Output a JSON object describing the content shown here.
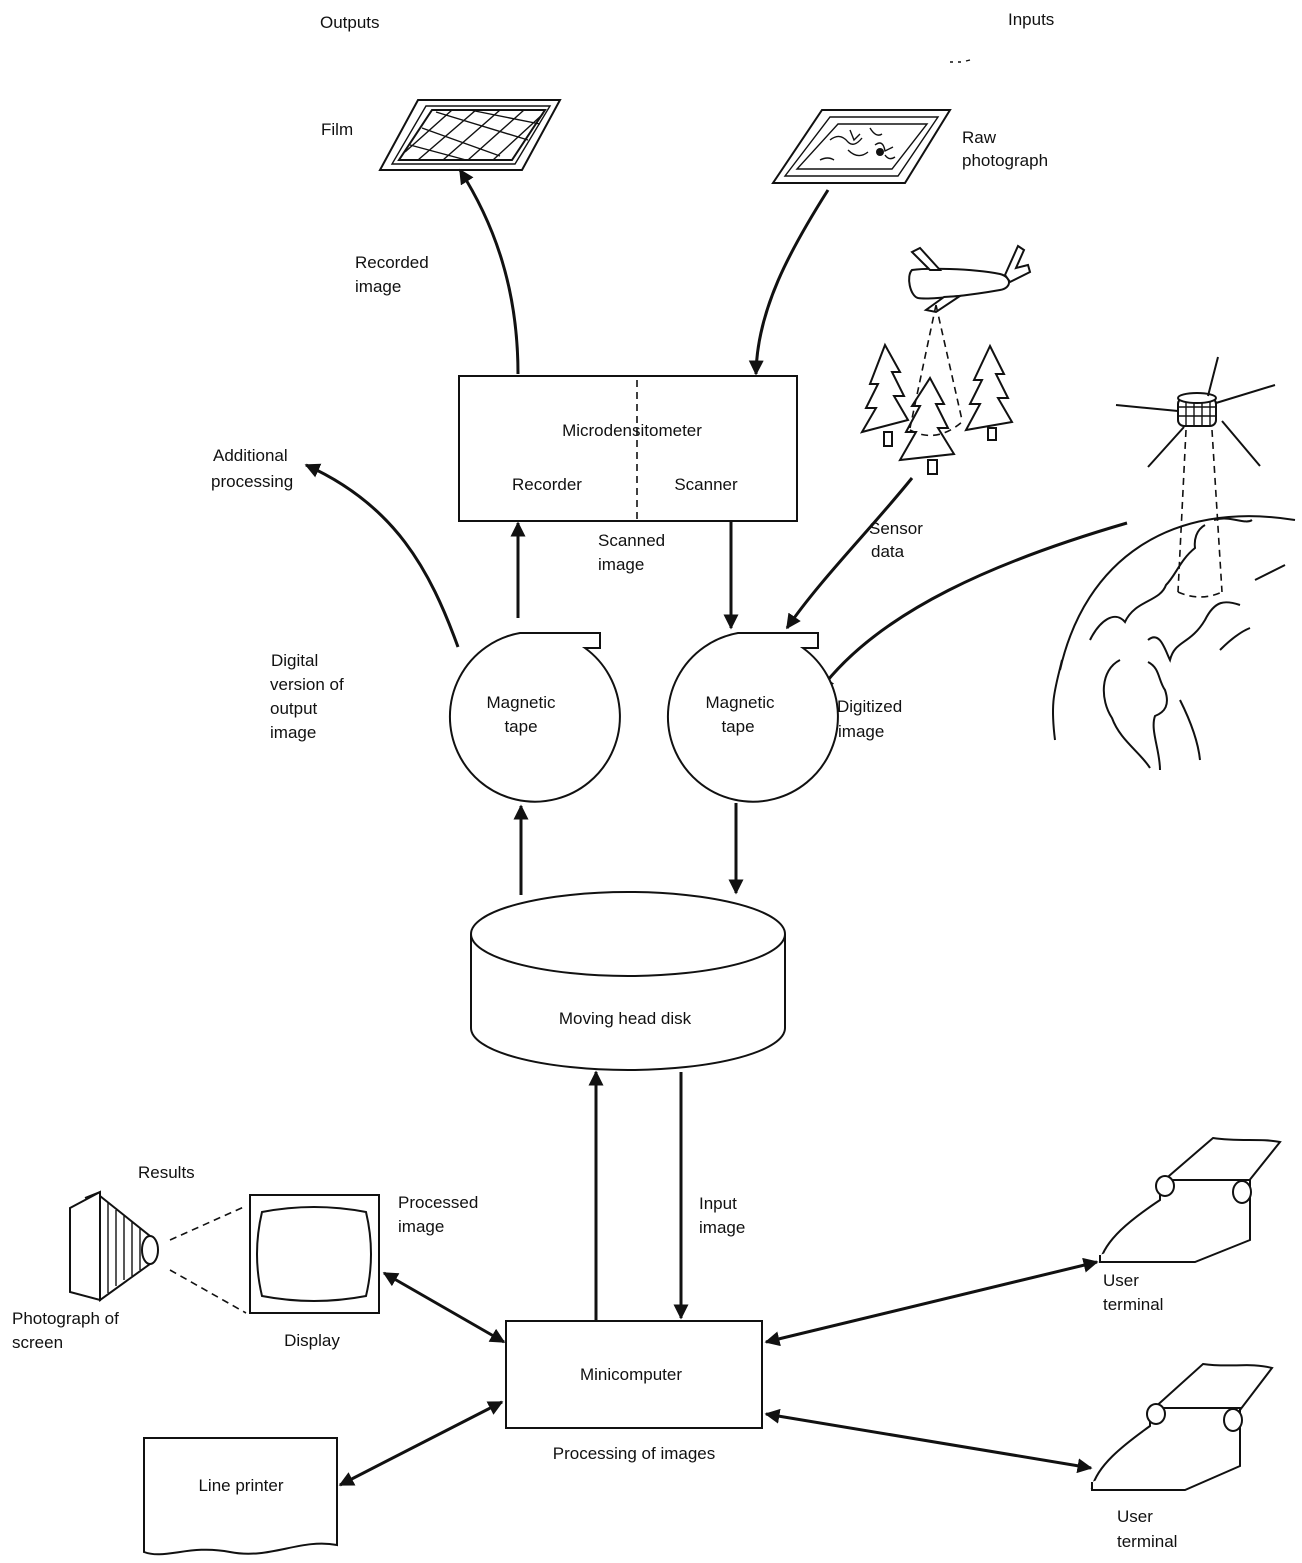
{
  "headers": {
    "outputs": "Outputs",
    "inputs": "Inputs"
  },
  "labels": {
    "film": "Film",
    "raw_photograph": [
      "Raw",
      "photograph"
    ],
    "recorded_image": [
      "Recorded",
      "image"
    ],
    "additional_processing": [
      "Additional",
      "processing"
    ],
    "scanned_image": [
      "Scanned",
      "image"
    ],
    "sensor_data": [
      "Sensor",
      "data"
    ],
    "digital_version": [
      "Digital",
      "version of",
      "output",
      "image"
    ],
    "digitized_image": [
      "Digitized",
      "image"
    ],
    "results": "Results",
    "processed_image": [
      "Processed",
      "image"
    ],
    "input_image": [
      "Input",
      "image"
    ],
    "photograph_of_screen": [
      "Photograph of",
      "screen"
    ],
    "display": "Display",
    "processing_of_images": "Processing of images",
    "user_terminal_1": [
      "User",
      "terminal"
    ],
    "user_terminal_2": [
      "User",
      "terminal"
    ]
  },
  "nodes": {
    "microdensitometer": {
      "title": "Microdensitometer",
      "left": "Recorder",
      "right": "Scanner"
    },
    "tape_left": [
      "Magnetic",
      "tape"
    ],
    "tape_right": [
      "Magnetic",
      "tape"
    ],
    "disk": "Moving head disk",
    "minicomputer": "Minicomputer",
    "line_printer": "Line printer"
  },
  "icons": [
    "film-icon",
    "raw-photograph-icon",
    "airplane-icon",
    "trees-icon",
    "satellite-icon",
    "earth-icon",
    "camera-icon",
    "display-icon",
    "user-terminal-icon",
    "line-printer-icon"
  ]
}
